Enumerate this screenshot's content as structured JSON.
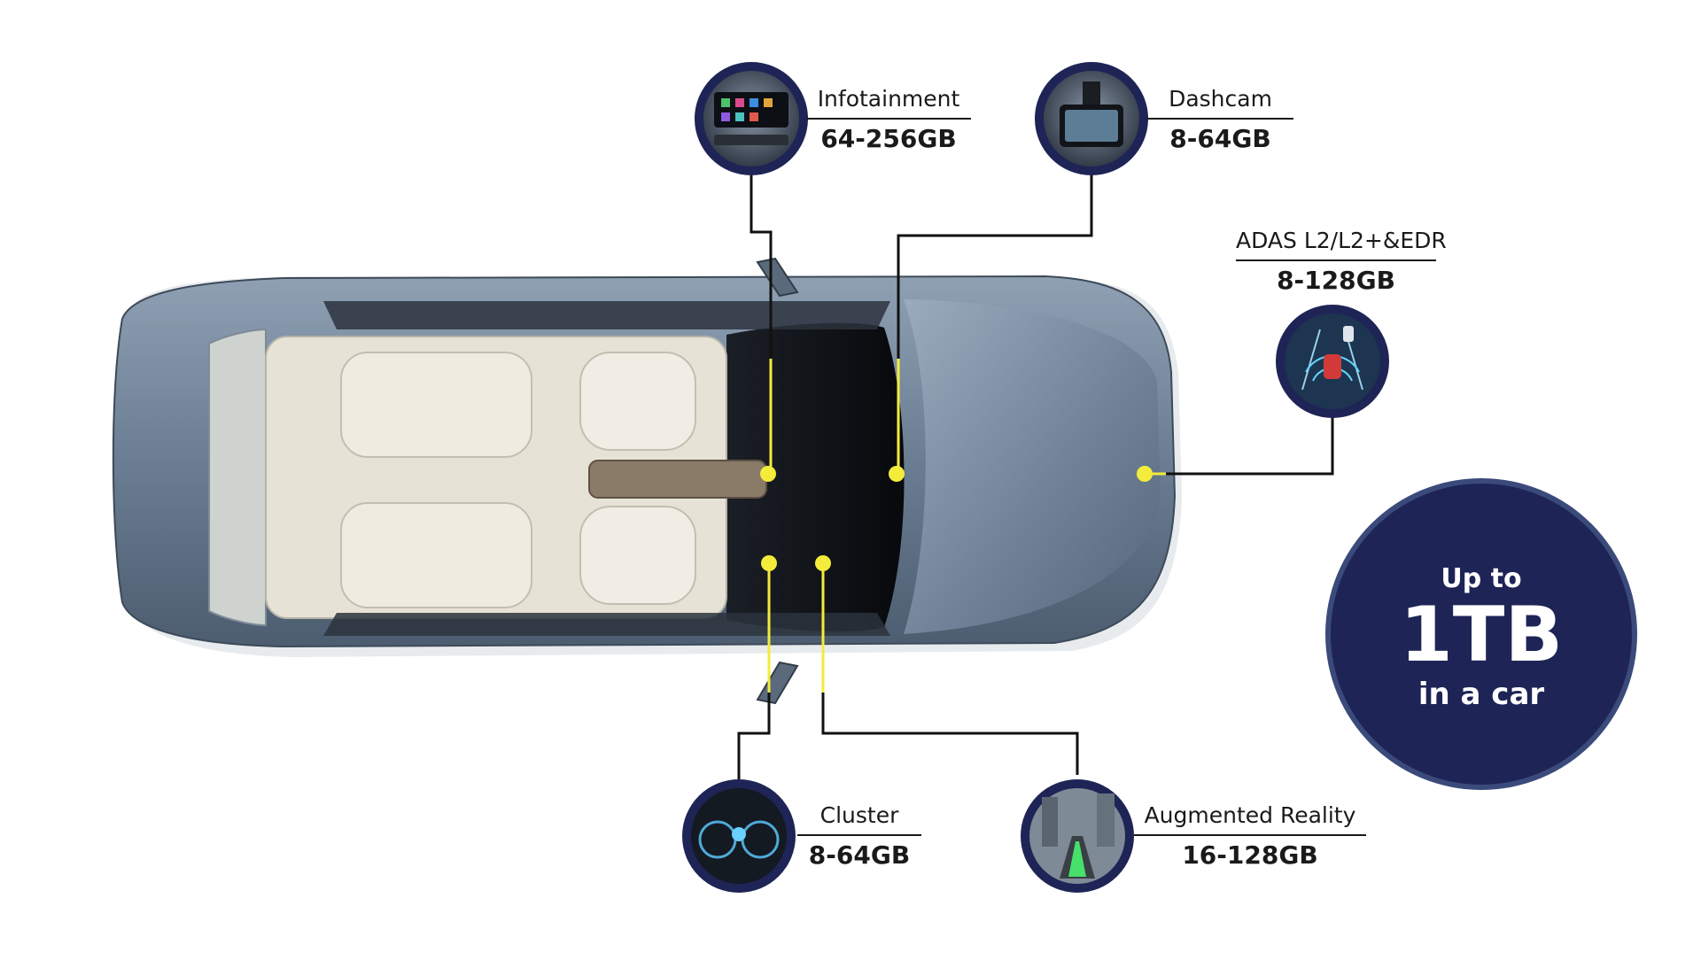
{
  "colors": {
    "connector": "#111111",
    "highlight": "#f3ec3a",
    "bubble": "#1f2456",
    "bubble_ring": "#3a4a7a",
    "car_body": "#6e8196",
    "interior": "#e7e2d6"
  },
  "components": [
    {
      "label": "Infotainment",
      "value": "64-256GB",
      "icon": "infotainment-screen-icon"
    },
    {
      "label": "Dashcam",
      "value": "8-64GB",
      "icon": "dashcam-icon"
    },
    {
      "label": "ADAS L2/L2+&EDR",
      "value": "8-128GB",
      "icon": "adas-radar-icon"
    },
    {
      "label": "Cluster",
      "value": "8-64GB",
      "icon": "instrument-cluster-icon"
    },
    {
      "label": "Augmented Reality",
      "value": "16-128GB",
      "icon": "augmented-reality-icon"
    }
  ],
  "summary": {
    "line1": "Up to",
    "line2": "1TB",
    "line3": "in a car"
  }
}
